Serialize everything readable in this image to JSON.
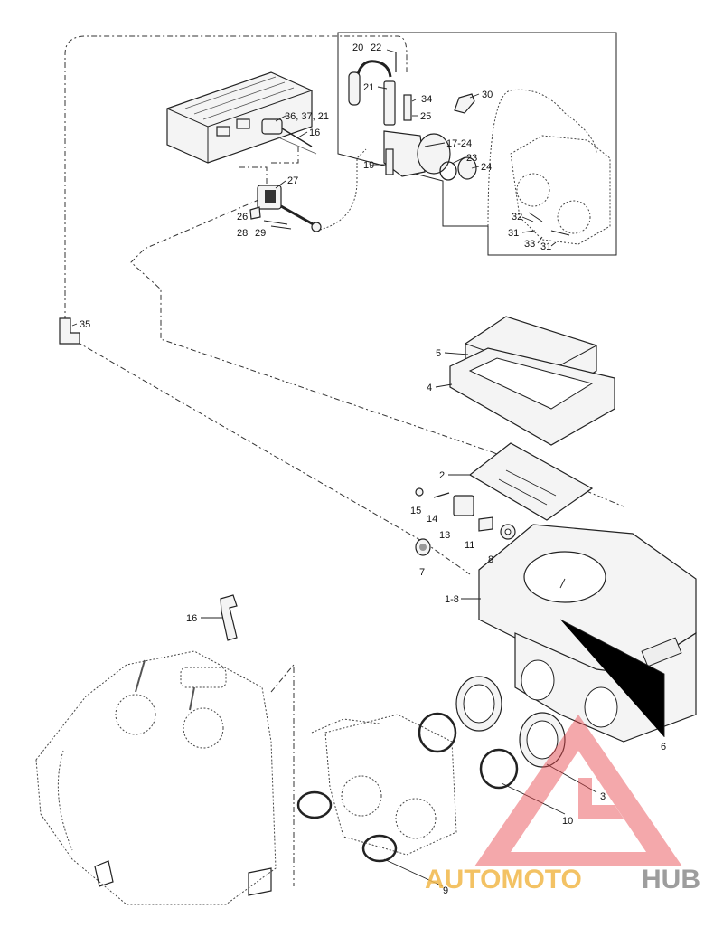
{
  "callouts": [
    {
      "id": "c20",
      "text": "20"
    },
    {
      "id": "c22",
      "text": "22"
    },
    {
      "id": "c21a",
      "text": "21"
    },
    {
      "id": "c34",
      "text": "34"
    },
    {
      "id": "c30",
      "text": "30"
    },
    {
      "id": "c25",
      "text": "25"
    },
    {
      "id": "c36",
      "text": "36, 37, 21"
    },
    {
      "id": "c16a",
      "text": "16"
    },
    {
      "id": "c1724",
      "text": "17-24"
    },
    {
      "id": "c23",
      "text": "23"
    },
    {
      "id": "c24",
      "text": "24"
    },
    {
      "id": "c19",
      "text": "19"
    },
    {
      "id": "c27",
      "text": "27"
    },
    {
      "id": "c26",
      "text": "26"
    },
    {
      "id": "c28",
      "text": "28"
    },
    {
      "id": "c29",
      "text": "29"
    },
    {
      "id": "c32",
      "text": "32"
    },
    {
      "id": "c31a",
      "text": "31"
    },
    {
      "id": "c33",
      "text": "33"
    },
    {
      "id": "c31b",
      "text": "31"
    },
    {
      "id": "c35",
      "text": "35"
    },
    {
      "id": "c5",
      "text": "5"
    },
    {
      "id": "c4",
      "text": "4"
    },
    {
      "id": "c2",
      "text": "2"
    },
    {
      "id": "c15",
      "text": "15"
    },
    {
      "id": "c14",
      "text": "14"
    },
    {
      "id": "c13",
      "text": "13"
    },
    {
      "id": "c11",
      "text": "11"
    },
    {
      "id": "c8",
      "text": "8"
    },
    {
      "id": "c7",
      "text": "7"
    },
    {
      "id": "c18",
      "text": "1-8"
    },
    {
      "id": "c16b",
      "text": "16"
    },
    {
      "id": "c6",
      "text": "6"
    },
    {
      "id": "c3",
      "text": "3"
    },
    {
      "id": "c10",
      "text": "10"
    },
    {
      "id": "c9",
      "text": "9"
    }
  ],
  "watermark": {
    "auto": "AUTOMOTO",
    "hub": "HUB",
    "triangle_color": "#e8454a",
    "auto_color": "#f2b84a",
    "hub_color": "#8c8c8c"
  }
}
